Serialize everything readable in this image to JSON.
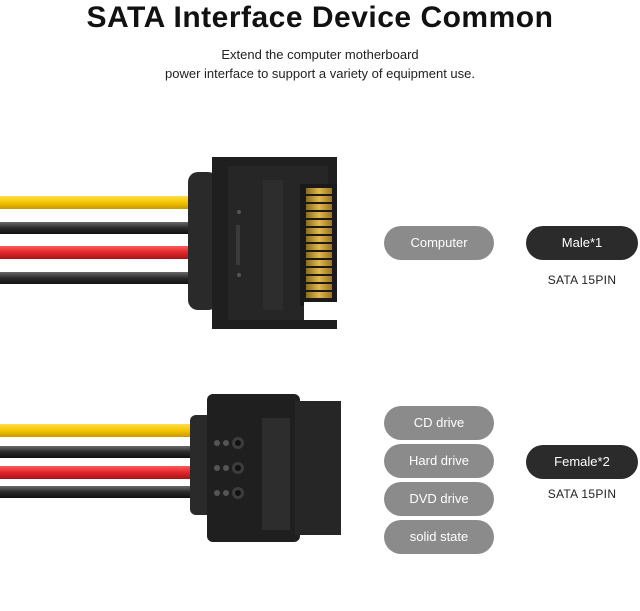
{
  "header": {
    "title": "SATA Interface Device Common",
    "subtitle_line1": "Extend the computer motherboard",
    "subtitle_line2": "power interface to support a variety of equipment use."
  },
  "male": {
    "device_label": "Computer",
    "connector_label": "Male*1",
    "caption": "SATA 15PIN"
  },
  "female": {
    "devices": [
      "CD drive",
      "Hard drive",
      "DVD drive",
      "solid state"
    ],
    "connector_label": "Female*2",
    "caption": "SATA 15PIN"
  },
  "colors": {
    "wire_yellow": "#f5c400",
    "wire_black": "#2a2a2a",
    "wire_red": "#e0252b",
    "connector_body": "#1f1f1f",
    "pill_grey": "#8b8b8b",
    "pill_dark": "#2b2b2b"
  }
}
